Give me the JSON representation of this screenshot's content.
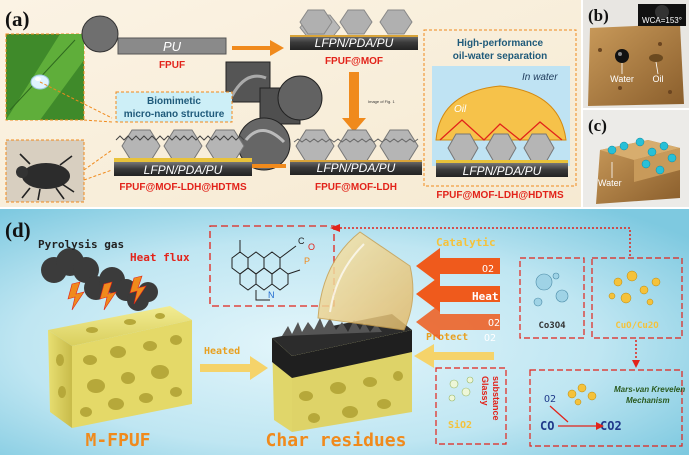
{
  "panels": {
    "a": {
      "label": "(a)",
      "pu_text": "PU",
      "fpuf": "FPUF",
      "stack_text": "LFPN/PDA/PU",
      "fpuf_mof": "FPUF@MOF",
      "fpuf_mof_ldh": "FPUF@MOF-LDH",
      "fpuf_mof_ldh_hdtms": "FPUF@MOF-LDH@HDTMS",
      "biomimetic_line1": "Biomimetic",
      "biomimetic_line2": "micro-nano structure",
      "oilwater_line1": "High-performance",
      "oilwater_line2": "oil-water separation",
      "oil": "Oil",
      "in_water": "In water",
      "image_caption": "Image of Fig. 1"
    },
    "b": {
      "label": "(b)",
      "wca": "WCA=153°",
      "water": "Water",
      "oil": "Oil"
    },
    "c": {
      "label": "(c)",
      "water": "Water"
    },
    "d": {
      "label": "(d)",
      "pyrolysis": "Pyrolysis gas",
      "heat_flux": "Heat flux",
      "heated": "Heated",
      "protect": "Protect",
      "catalytic": "Catalytic",
      "heat": "Heat",
      "o2_1": "O2",
      "o2_2": "O2",
      "o2_3": "O2",
      "mfpuf": "M-FPUF",
      "char": "Char residues",
      "glassy_line1": "Glassy",
      "glassy_line2": "substance",
      "sio2": "SiO2",
      "co3o4": "Co3O4",
      "cuo": "CuO/Cu2O",
      "mvk_line1": "Mars-van Krevelen",
      "mvk_line2": "Mechanism",
      "o2_mech": "O2",
      "co": "CO",
      "co2": "CO2",
      "mol_c": "C",
      "mol_o": "O",
      "mol_p": "P",
      "mol_n": "N"
    }
  },
  "colors": {
    "red_label": "#e2231a",
    "orange_arrow": "#f08a1c",
    "panel_d_bg": "#bfe6f2",
    "foam_yellow": "#e9e07a",
    "char_dark": "#2a2a2a"
  }
}
